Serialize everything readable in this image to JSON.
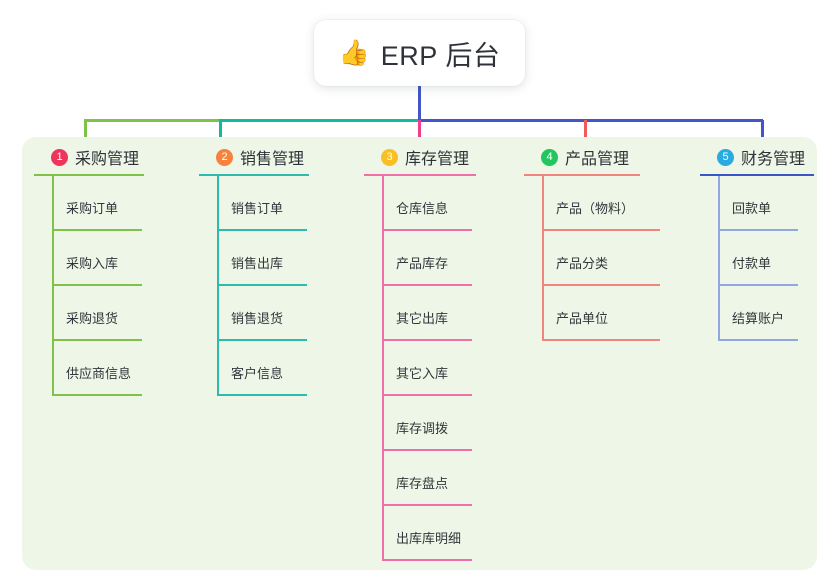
{
  "diagram": {
    "type": "mind-map",
    "root": {
      "icon": "thumbs-up-icon",
      "icon_glyph": "👍",
      "title": "ERP 后台"
    },
    "panel_color": "#eef6e7",
    "connector_colors": {
      "stem": "#4355c7",
      "bus_left": "#7ec24a",
      "bus_middle": "#12b8a0",
      "bus_right": "#4355c7",
      "drop_1": "#7ec24a",
      "drop_2": "#12b8a0",
      "drop_3": "#ef3e8b",
      "drop_4": "#f15b5b",
      "drop_5": "#4355c7"
    },
    "branches": [
      {
        "number": "1",
        "title": "采购管理",
        "badge_color": "#f0355c",
        "line_color": "#7ec24a",
        "rule_width": 110,
        "item_rule_width": 90,
        "items": [
          {
            "label": "采购订单"
          },
          {
            "label": "采购入库"
          },
          {
            "label": "采购退货"
          },
          {
            "label": "供应商信息"
          }
        ]
      },
      {
        "number": "2",
        "title": "销售管理",
        "badge_color": "#f5823e",
        "line_color": "#30b9ad",
        "rule_width": 110,
        "item_rule_width": 90,
        "items": [
          {
            "label": "销售订单"
          },
          {
            "label": "销售出库"
          },
          {
            "label": "销售退货"
          },
          {
            "label": "客户信息"
          }
        ]
      },
      {
        "number": "3",
        "title": "库存管理",
        "badge_color": "#fbbf24",
        "line_color": "#ef6fa6",
        "rule_width": 112,
        "item_rule_width": 90,
        "items": [
          {
            "label": "仓库信息"
          },
          {
            "label": "产品库存"
          },
          {
            "label": "其它出库"
          },
          {
            "label": "其它入库"
          },
          {
            "label": "库存调拨"
          },
          {
            "label": "库存盘点"
          },
          {
            "label": "出库库明细"
          }
        ]
      },
      {
        "number": "4",
        "title": "产品管理",
        "badge_color": "#22c55e",
        "line_color": "#f2847e",
        "rule_width": 116,
        "item_rule_width": 118,
        "items": [
          {
            "label": "产品（物料）"
          },
          {
            "label": "产品分类"
          },
          {
            "label": "产品单位"
          }
        ]
      },
      {
        "number": "5",
        "title": "财务管理",
        "badge_color": "#29abe2",
        "line_color": "#8fa8e0",
        "head_rule_color": "#3b56c4",
        "rule_width": 114,
        "item_rule_width": 80,
        "items": [
          {
            "label": "回款单"
          },
          {
            "label": "付款单"
          },
          {
            "label": "结算账户"
          }
        ]
      }
    ]
  }
}
